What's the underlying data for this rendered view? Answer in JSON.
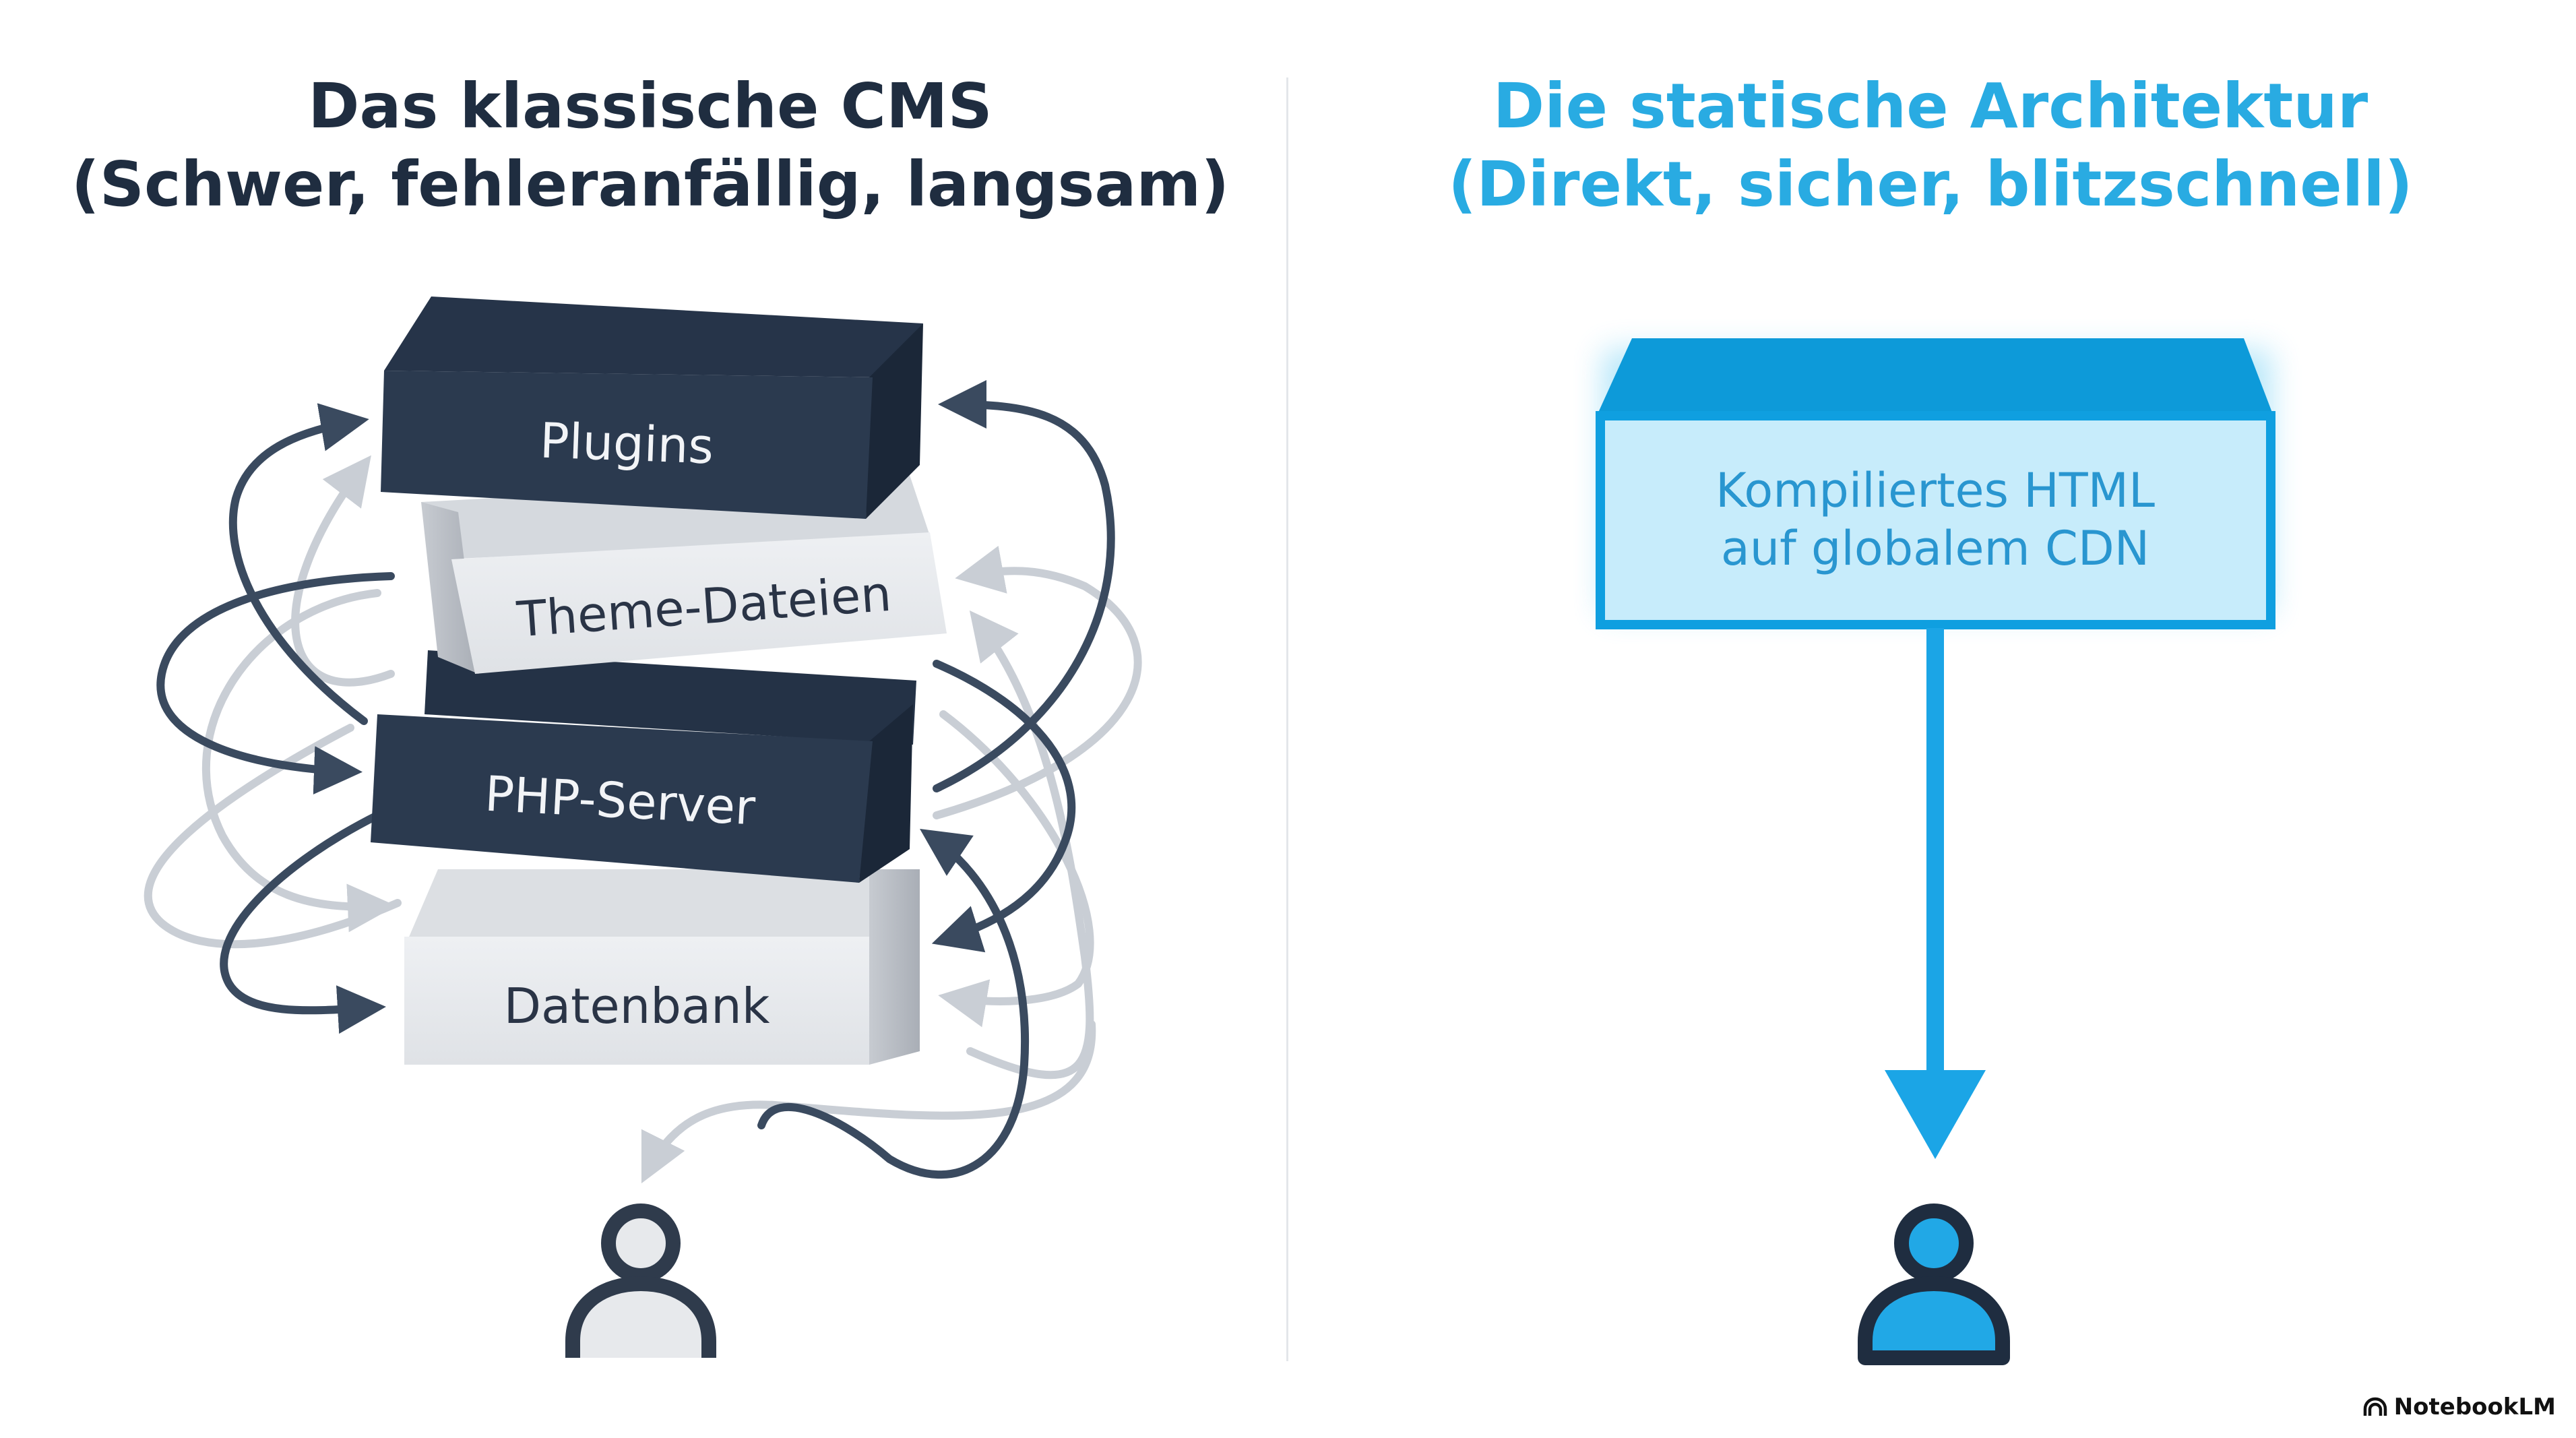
{
  "left": {
    "title_line1": "Das klassische CMS",
    "title_line2": "(Schwer, fehleranfällig, langsam)",
    "blocks": {
      "plugins": "Plugins",
      "theme": "Theme-Dateien",
      "php": "PHP-Server",
      "db": "Datenbank"
    },
    "user_icon": "user-icon"
  },
  "right": {
    "title_line1": "Die statische Architektur",
    "title_line2": "(Direkt, sicher, blitzschnell)",
    "cdn_line1": "Kompiliertes HTML",
    "cdn_line2": "auf globalem CDN",
    "user_icon": "user-icon"
  },
  "branding": {
    "label": "NotebookLM",
    "icon": "notebooklm-logo-icon"
  },
  "colors": {
    "dark_navy": "#2b3a4f",
    "light_gray": "#e6e8ec",
    "accent_blue": "#29abe2",
    "arrow_dark": "#3a4a5f",
    "arrow_light": "#c9ced5"
  }
}
